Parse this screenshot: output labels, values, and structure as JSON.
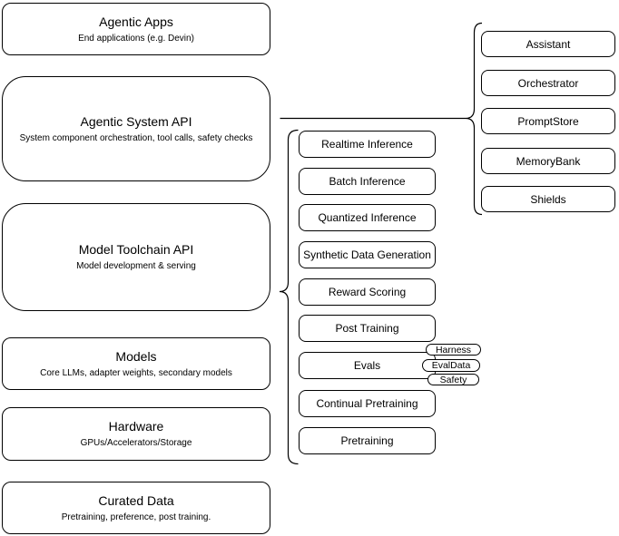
{
  "left_stack": [
    {
      "title": "Agentic Apps",
      "subtitle": "End applications (e.g. Devin)"
    },
    {
      "title": "Agentic System API",
      "subtitle": "System component orchestration, tool calls, safety checks"
    },
    {
      "title": "Model Toolchain API",
      "subtitle": "Model development & serving"
    },
    {
      "title": "Models",
      "subtitle": "Core LLMs, adapter weights, secondary models"
    },
    {
      "title": "Hardware",
      "subtitle": "GPUs/Accelerators/Storage"
    },
    {
      "title": "Curated Data",
      "subtitle": "Pretraining, preference, post training."
    }
  ],
  "toolchain": {
    "items": [
      "Realtime Inference",
      "Batch Inference",
      "Quantized Inference",
      "Synthetic Data Generation",
      "Reward Scoring",
      "Post Training",
      "Evals",
      "Continual Pretraining",
      "Pretraining"
    ]
  },
  "evals_tags": [
    "Harness",
    "EvalData",
    "Safety"
  ],
  "system_components": [
    "Assistant",
    "Orchestrator",
    "PromptStore",
    "MemoryBank",
    "Shields"
  ],
  "colors": {
    "stroke": "#000000",
    "fill": "#ffffff",
    "text": "#000000"
  }
}
